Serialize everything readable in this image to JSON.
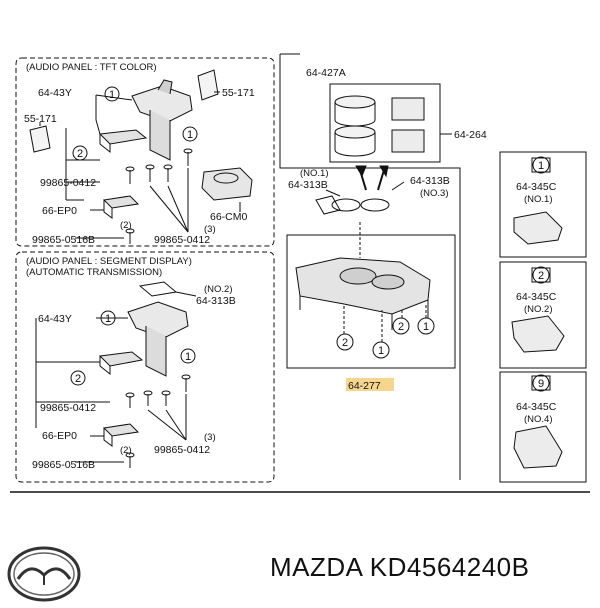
{
  "diagram": {
    "panel_tft": "(AUDIO PANEL : TFT COLOR)",
    "panel_segment_1": "(AUDIO PANEL : SEGMENT DISPLAY)",
    "panel_segment_2": "(AUTOMATIC TRANSMISSION)",
    "parts": {
      "p64_43Y_a": "64-43Y",
      "p55_171_r": "55-171",
      "p55_171_l": "55-171",
      "p99865_0412_a": "99865-0412",
      "p66_EP0_a": "66-EP0",
      "p66_CM0": "66-CM0",
      "p99865_0516B_a": "99865-0516B",
      "p99865_0412_b": "99865-0412",
      "p64_427A": "64-427A",
      "p64_264": "64-264",
      "p64_313B_no1": "64-313B",
      "p64_313B_no3": "64-313B",
      "p64_313B_no2": "64-313B",
      "p64_277": "64-277",
      "p64_43Y_b": "64-43Y",
      "p99865_0412_c": "99865-0412",
      "p66_EP0_b": "66-EP0",
      "p99865_0412_d": "99865-0412",
      "p99865_0516B_b": "99865-0516B"
    },
    "notes": {
      "no1": "(NO.1)",
      "no3": "(NO.3)",
      "no2": "(NO.2)",
      "q2_a": "(2)",
      "q3_a": "(3)",
      "q2_b": "(2)",
      "q3_b": "(3)"
    },
    "callouts": [
      "1",
      "2",
      "9"
    ],
    "clips": [
      {
        "num": "1",
        "code": "64-345C",
        "note": "(NO.1)"
      },
      {
        "num": "2",
        "code": "64-345C",
        "note": "(NO.2)"
      },
      {
        "num": "9",
        "code": "64-345C",
        "note": "(NO.4)"
      }
    ]
  },
  "brand": {
    "text": "MAZDA KD4564240B",
    "logo": "mazda-logo-icon"
  },
  "colors": {
    "highlight": "#f6d58e",
    "line": "#111111"
  }
}
